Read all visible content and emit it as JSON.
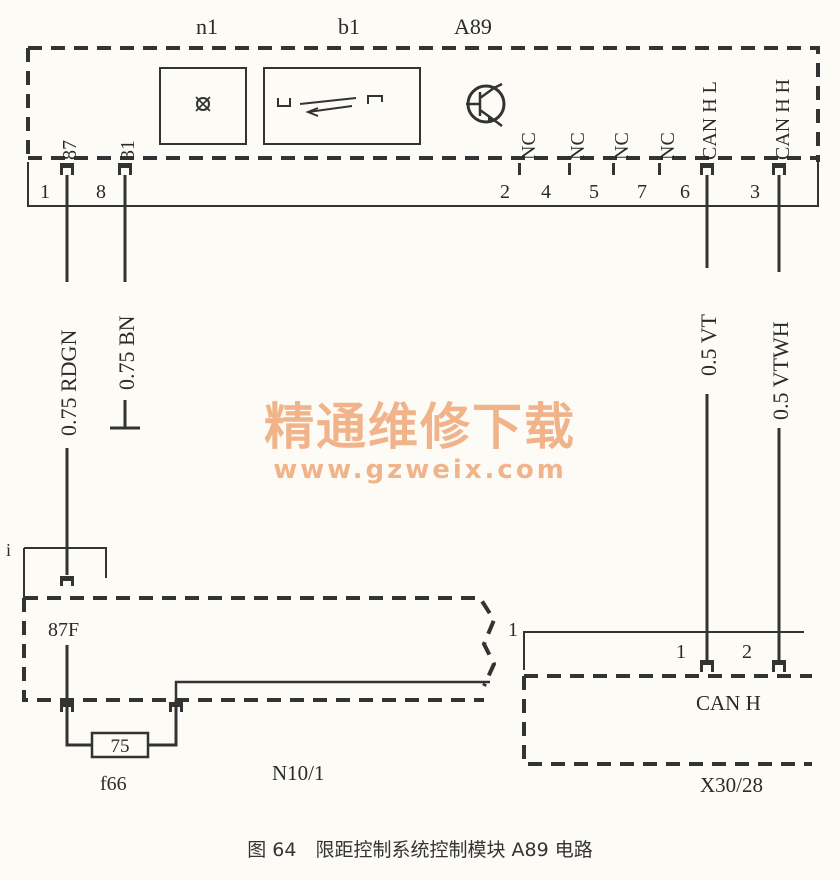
{
  "module": {
    "name": "A89",
    "components": {
      "n1": "n1",
      "b1": "b1"
    },
    "pins_top": {
      "p87": "87",
      "p31": "31",
      "nc1": "NC",
      "nc2": "NC",
      "nc3": "NC",
      "nc4": "NC",
      "can_l": "CAN H L",
      "can_h": "CAN H H"
    },
    "pin_numbers": {
      "n1": "1",
      "n8": "8",
      "n2": "2",
      "n4": "4",
      "n5": "5",
      "n7": "7",
      "n6": "6",
      "n3": "3"
    }
  },
  "wires": {
    "w1": "0.75 RDGN",
    "w2": "0.75 BN",
    "w3": "0.5 VT",
    "w4": "0.5 VTWH"
  },
  "watermark": {
    "line1": "精通维修下载",
    "line2": "www.gzweix.com"
  },
  "n10": {
    "name": "N10/1",
    "pin": "87F",
    "fuse_value": "75",
    "fuse_name": "f66",
    "edge_mark": "i"
  },
  "x30": {
    "name": "X30/28",
    "label": "CAN H",
    "pin1": "1",
    "pin2": "2",
    "bus_pin": "1"
  },
  "caption": "图 64　限距控制系统控制模块 A89 电路"
}
